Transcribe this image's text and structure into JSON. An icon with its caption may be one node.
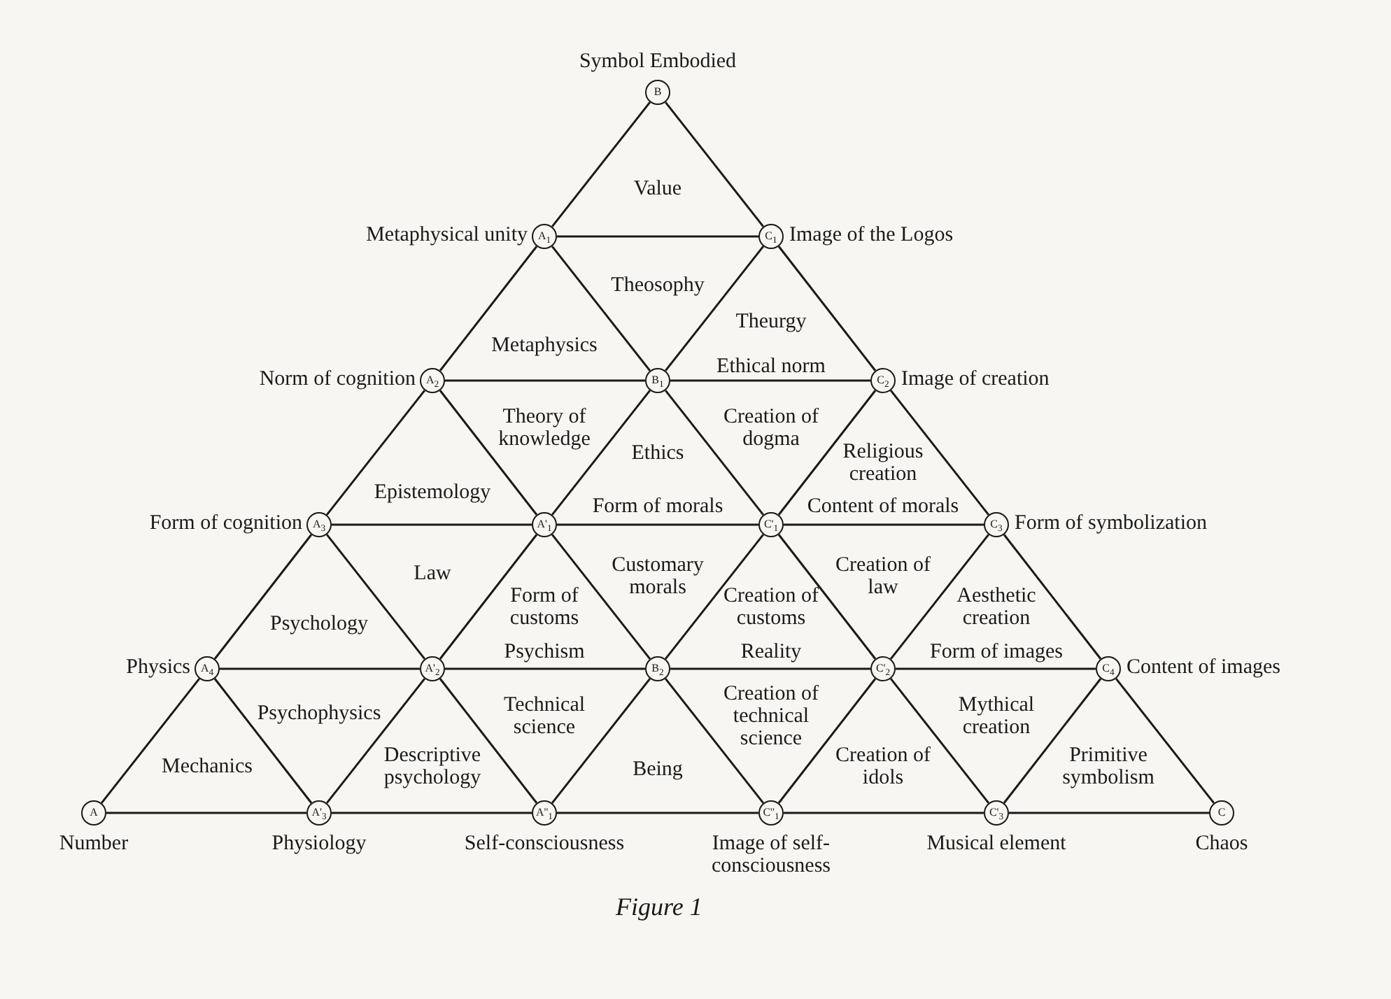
{
  "diagram": {
    "caption": "Figure 1",
    "nodes": [
      {
        "text": [
          "B"
        ],
        "beside": [
          "Symbol Embodied"
        ]
      },
      {
        "text": [
          "A$_{1}$"
        ],
        "beside": [
          "Metaphysical unity"
        ]
      },
      {
        "text": [
          "C$_{1}$"
        ],
        "beside": [
          "Image of the Logos"
        ]
      },
      {
        "text": [
          "A$_{2}$"
        ],
        "beside": [
          "Norm of cognition"
        ]
      },
      {
        "text": [
          "B$_{1}$"
        ]
      },
      {
        "text": [
          "C$_{2}$"
        ],
        "beside": [
          "Image of creation"
        ]
      },
      {
        "text": [
          "A$_{3}$"
        ],
        "beside": [
          "Form of cognition"
        ]
      },
      {
        "text": [
          "A'$_{1}$"
        ]
      },
      {
        "text": [
          "C'$_{1}$"
        ]
      },
      {
        "text": [
          "C$_{3}$"
        ],
        "beside": [
          "Form of symbolization"
        ]
      },
      {
        "text": [
          "A$_{4}$"
        ],
        "beside": [
          "Physics"
        ]
      },
      {
        "text": [
          "A'$_{2}$"
        ]
      },
      {
        "text": [
          "B$_{2}$"
        ]
      },
      {
        "text": [
          "C'$_{2}$"
        ]
      },
      {
        "text": [
          "C$_{4}$"
        ],
        "beside": [
          "Content of images"
        ]
      },
      {
        "text": [
          "A"
        ],
        "beside": [
          "Number"
        ]
      },
      {
        "text": [
          "A'$_{3}$"
        ],
        "beside": [
          "Physiology"
        ]
      },
      {
        "text": [
          "A''$_{1}$"
        ],
        "beside": [
          "Self-consciousness"
        ]
      },
      {
        "text": [
          "C''$_{1}$"
        ],
        "beside": [
          "Image of self-consciousness"
        ]
      },
      {
        "text": [
          "C'$_{3}$"
        ],
        "beside": [
          "Musical element"
        ]
      },
      {
        "text": [
          "C"
        ],
        "beside": [
          "Chaos"
        ]
      }
    ],
    "edges": [
      {
        "from": 0,
        "to": 1,
        "arrow": "none"
      },
      {
        "from": 0,
        "to": 2,
        "arrow": "none"
      },
      {
        "from": 1,
        "to": 2,
        "arrow": "none"
      },
      {
        "from": 1,
        "to": 3,
        "arrow": "none"
      },
      {
        "from": 1,
        "to": 4,
        "arrow": "none"
      },
      {
        "from": 2,
        "to": 4,
        "arrow": "none"
      },
      {
        "from": 2,
        "to": 5,
        "arrow": "none"
      },
      {
        "from": 3,
        "to": 4,
        "arrow": "none"
      },
      {
        "from": 4,
        "to": 5,
        "arrow": "none"
      },
      {
        "from": 3,
        "to": 6,
        "arrow": "none"
      },
      {
        "from": 3,
        "to": 7,
        "arrow": "none"
      },
      {
        "from": 4,
        "to": 7,
        "arrow": "none"
      },
      {
        "from": 4,
        "to": 8,
        "arrow": "none"
      },
      {
        "from": 5,
        "to": 8,
        "arrow": "none"
      },
      {
        "from": 5,
        "to": 9,
        "arrow": "none"
      },
      {
        "from": 6,
        "to": 7,
        "arrow": "none"
      },
      {
        "from": 7,
        "to": 8,
        "arrow": "none"
      },
      {
        "from": 8,
        "to": 9,
        "arrow": "none"
      },
      {
        "from": 6,
        "to": 10,
        "arrow": "none"
      },
      {
        "from": 6,
        "to": 11,
        "arrow": "none"
      },
      {
        "from": 7,
        "to": 11,
        "arrow": "none"
      },
      {
        "from": 7,
        "to": 12,
        "arrow": "none"
      },
      {
        "from": 8,
        "to": 12,
        "arrow": "none"
      },
      {
        "from": 8,
        "to": 13,
        "arrow": "none"
      },
      {
        "from": 9,
        "to": 13,
        "arrow": "none"
      },
      {
        "from": 9,
        "to": 14,
        "arrow": "none"
      },
      {
        "from": 10,
        "to": 11,
        "arrow": "none"
      },
      {
        "from": 11,
        "to": 12,
        "arrow": "none"
      },
      {
        "from": 12,
        "to": 13,
        "arrow": "none"
      },
      {
        "from": 13,
        "to": 14,
        "arrow": "none"
      },
      {
        "from": 10,
        "to": 15,
        "arrow": "none"
      },
      {
        "from": 10,
        "to": 16,
        "arrow": "none"
      },
      {
        "from": 11,
        "to": 16,
        "arrow": "none"
      },
      {
        "from": 11,
        "to": 17,
        "arrow": "none"
      },
      {
        "from": 12,
        "to": 17,
        "arrow": "none"
      },
      {
        "from": 12,
        "to": 18,
        "arrow": "none"
      },
      {
        "from": 13,
        "to": 18,
        "arrow": "none"
      },
      {
        "from": 13,
        "to": 19,
        "arrow": "none"
      },
      {
        "from": 14,
        "to": 19,
        "arrow": "none"
      },
      {
        "from": 14,
        "to": 20,
        "arrow": "none"
      },
      {
        "from": 15,
        "to": 16,
        "arrow": "none"
      },
      {
        "from": 16,
        "to": 17,
        "arrow": "none"
      },
      {
        "from": 17,
        "to": 18,
        "arrow": "none"
      },
      {
        "from": 18,
        "to": 19,
        "arrow": "none"
      },
      {
        "from": 19,
        "to": 20,
        "arrow": "none"
      }
    ],
    "labels": [
      "Value",
      "Theosophy",
      "Metaphysics",
      "Theurgy",
      "Ethical norm",
      "Theory of knowledge",
      "Creation of dogma",
      "Ethics",
      "Religious creation",
      "Epistemology",
      "Form of morals",
      "Content of morals",
      "Law",
      "Customary morals",
      "Creation of law",
      "Form of customs",
      "Creation of customs",
      "Aesthetic creation",
      "Psychology",
      "Psychism",
      "Reality",
      "Form of images",
      "Psychophysics",
      "Technical science",
      "Creation of technical science",
      "Mythical creation",
      "Mechanics",
      "Descriptive psychology",
      "Being",
      "Creation of idols",
      "Primitive symbolism"
    ]
  }
}
